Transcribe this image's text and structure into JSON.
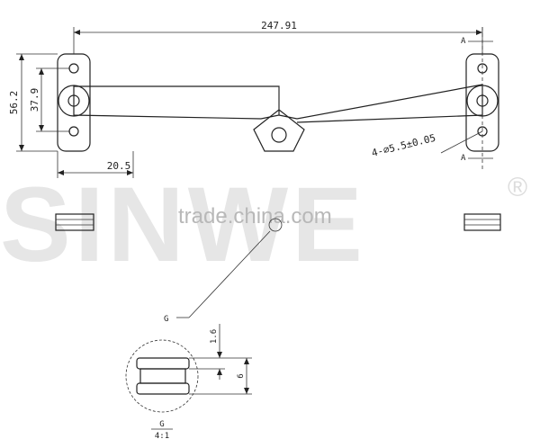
{
  "dimensions": {
    "overall_length": "247.91",
    "hole_spacing": "56.2",
    "pivot_offset": "37.9",
    "bracket_offset": "20.5",
    "hole_spec": "4-⌀5.5±0.05",
    "detail_thickness": "1.6",
    "detail_height": "6"
  },
  "labels": {
    "section_a_top": "A",
    "section_a_bottom": "A",
    "detail_callout": "G",
    "detail_label": "G",
    "detail_scale": "4:1"
  },
  "watermark": {
    "brand": "SINWE",
    "registered": "®",
    "site": "trade.china.com"
  }
}
